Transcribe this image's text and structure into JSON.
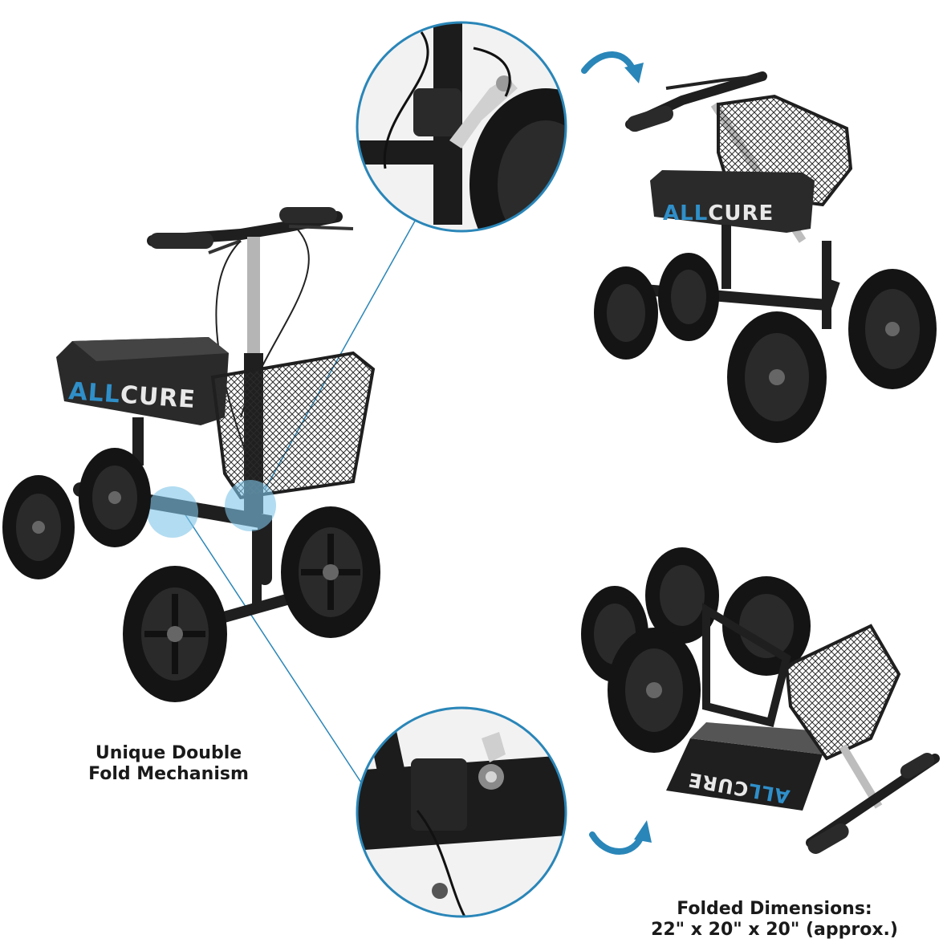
{
  "brand": {
    "prefix": "ALL",
    "suffix": "CURE",
    "prefix_color": "#2f8fc9",
    "suffix_color": "#e8e8e8"
  },
  "captions": {
    "left_line1": "Unique Double",
    "left_line2": "Fold Mechanism",
    "right_line1": "Folded Dimensions:",
    "right_line2": "22\" x 20\" x 20\" (approx.)"
  },
  "colors": {
    "accent": "#2a86b8",
    "highlight": "#7fc4e8",
    "frame": "#1f1f1f",
    "tire": "#141414"
  },
  "icons": {
    "top_arrow": "curved-arrow-down-right-icon",
    "bottom_arrow": "curved-arrow-up-right-icon"
  }
}
